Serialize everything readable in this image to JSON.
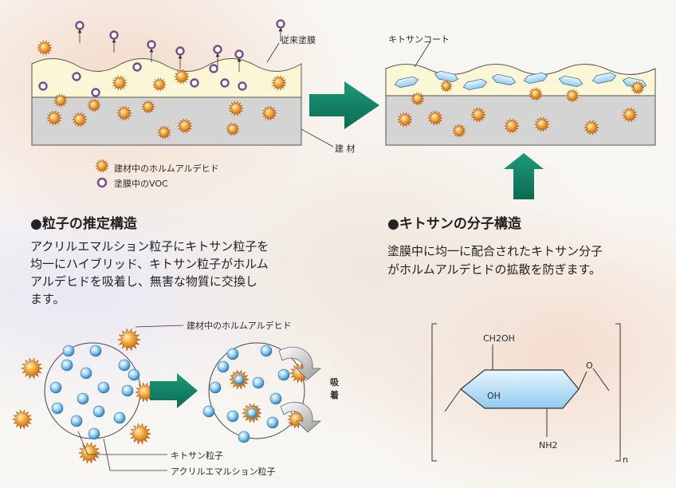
{
  "labels": {
    "conventional_coating": "従来塗膜",
    "chitosan_coat": "キトサンコート",
    "building_material": "建 材",
    "legend_formaldehyde": "建材中のホルムアルデヒド",
    "legend_voc": "塗膜中のVOC",
    "formaldehyde_callout": "建材中のホルムアルデヒド",
    "adsorption": "吸着",
    "chitosan_particle": "キトサン粒子",
    "acrylic_particle": "アクリルエマルション粒子"
  },
  "particle_section": {
    "heading": "●粒子の推定構造",
    "lines": [
      "アクリルエマルション粒子にキトサン粒子を",
      "均一にハイブリッド、キトサン粒子がホルム",
      "アルデヒドを吸着し、無害な物質に交換し",
      "ます。"
    ]
  },
  "molecule_section": {
    "heading": "●キトサンの分子構造",
    "lines": [
      "塗膜中に均一に配合されたキトサン分子",
      "がホルムアルデヒドの拡散を防ぎます。"
    ]
  },
  "molecule": {
    "ch2oh": "CH2OH",
    "oh": "OH",
    "o": "O",
    "nh2": "NH2",
    "n": "n"
  },
  "colors": {
    "arrow_green": "#0e7f62",
    "coating_yellow": "#fbf6d8",
    "material_gray": "#d3d3d3",
    "formaldehyde_orange": "#e8901c",
    "voc_purple": "#7a4c8e",
    "chitosan_blue": "#5ba9dd",
    "molecule_blue": "#bfe0f2"
  }
}
